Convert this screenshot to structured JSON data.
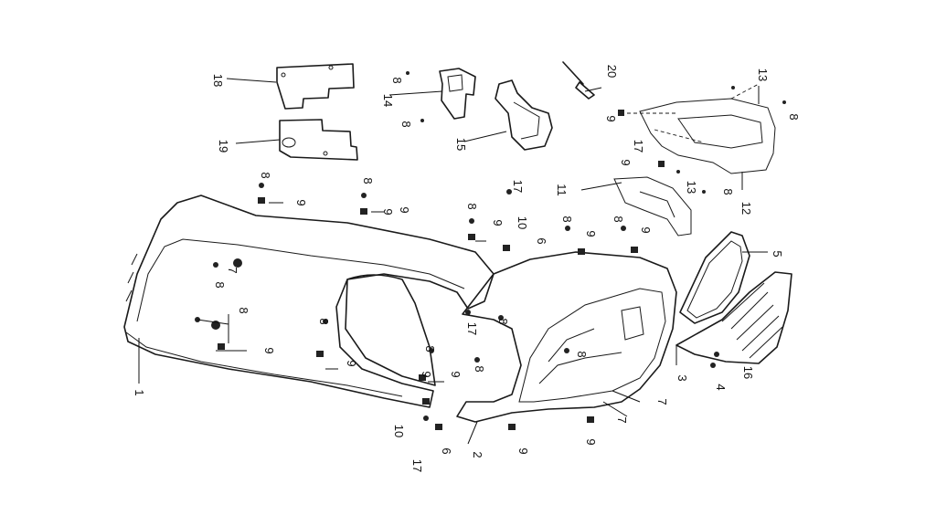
{
  "diagram": {
    "colors": {
      "line": "#1a1a1a",
      "background": "#ffffff"
    },
    "callouts": [
      {
        "id": "c18",
        "text": "18"
      },
      {
        "id": "c19",
        "text": "19"
      },
      {
        "id": "c8a",
        "text": "8"
      },
      {
        "id": "c14",
        "text": "14"
      },
      {
        "id": "c8b",
        "text": "8"
      },
      {
        "id": "c15",
        "text": "15"
      },
      {
        "id": "c20",
        "text": "20"
      },
      {
        "id": "c13a",
        "text": "13"
      },
      {
        "id": "c8c",
        "text": "8"
      },
      {
        "id": "c9a",
        "text": "9"
      },
      {
        "id": "c17a",
        "text": "17"
      },
      {
        "id": "c9b",
        "text": "9"
      },
      {
        "id": "c13b",
        "text": "13"
      },
      {
        "id": "c8d",
        "text": "8"
      },
      {
        "id": "c12",
        "text": "12"
      },
      {
        "id": "c11",
        "text": "11"
      },
      {
        "id": "c17b",
        "text": "17"
      },
      {
        "id": "c8e",
        "text": "8"
      },
      {
        "id": "c9c",
        "text": "9"
      },
      {
        "id": "c8f",
        "text": "8"
      },
      {
        "id": "c9d",
        "text": "9"
      },
      {
        "id": "c8g",
        "text": "8"
      },
      {
        "id": "c9e",
        "text": "9"
      },
      {
        "id": "c10a",
        "text": "10"
      },
      {
        "id": "c6a",
        "text": "6"
      },
      {
        "id": "c8h",
        "text": "8"
      },
      {
        "id": "c9f",
        "text": "9"
      },
      {
        "id": "c8i",
        "text": "8"
      },
      {
        "id": "c9g",
        "text": "9"
      },
      {
        "id": "c5",
        "text": "5"
      },
      {
        "id": "c7a",
        "text": "7"
      },
      {
        "id": "c8j",
        "text": "8"
      },
      {
        "id": "c8k",
        "text": "8"
      },
      {
        "id": "c9h",
        "text": "9"
      },
      {
        "id": "c8l",
        "text": "8"
      },
      {
        "id": "c9i",
        "text": "9"
      },
      {
        "id": "c17c",
        "text": "17"
      },
      {
        "id": "c8m",
        "text": "8"
      },
      {
        "id": "c8n",
        "text": "8"
      },
      {
        "id": "c8o",
        "text": "8"
      },
      {
        "id": "c9j",
        "text": "9"
      },
      {
        "id": "c8p",
        "text": "8"
      },
      {
        "id": "c1",
        "text": "1"
      },
      {
        "id": "c3",
        "text": "3"
      },
      {
        "id": "c16",
        "text": "16"
      },
      {
        "id": "c4",
        "text": "4"
      },
      {
        "id": "c7b",
        "text": "7"
      },
      {
        "id": "c7c",
        "text": "7"
      },
      {
        "id": "c9k",
        "text": "9"
      },
      {
        "id": "c10b",
        "text": "10"
      },
      {
        "id": "c6b",
        "text": "6"
      },
      {
        "id": "c17d",
        "text": "17"
      },
      {
        "id": "c2",
        "text": "2"
      },
      {
        "id": "c9l",
        "text": "9"
      },
      {
        "id": "c9m",
        "text": "9"
      },
      {
        "id": "c9n",
        "text": "9"
      }
    ]
  }
}
